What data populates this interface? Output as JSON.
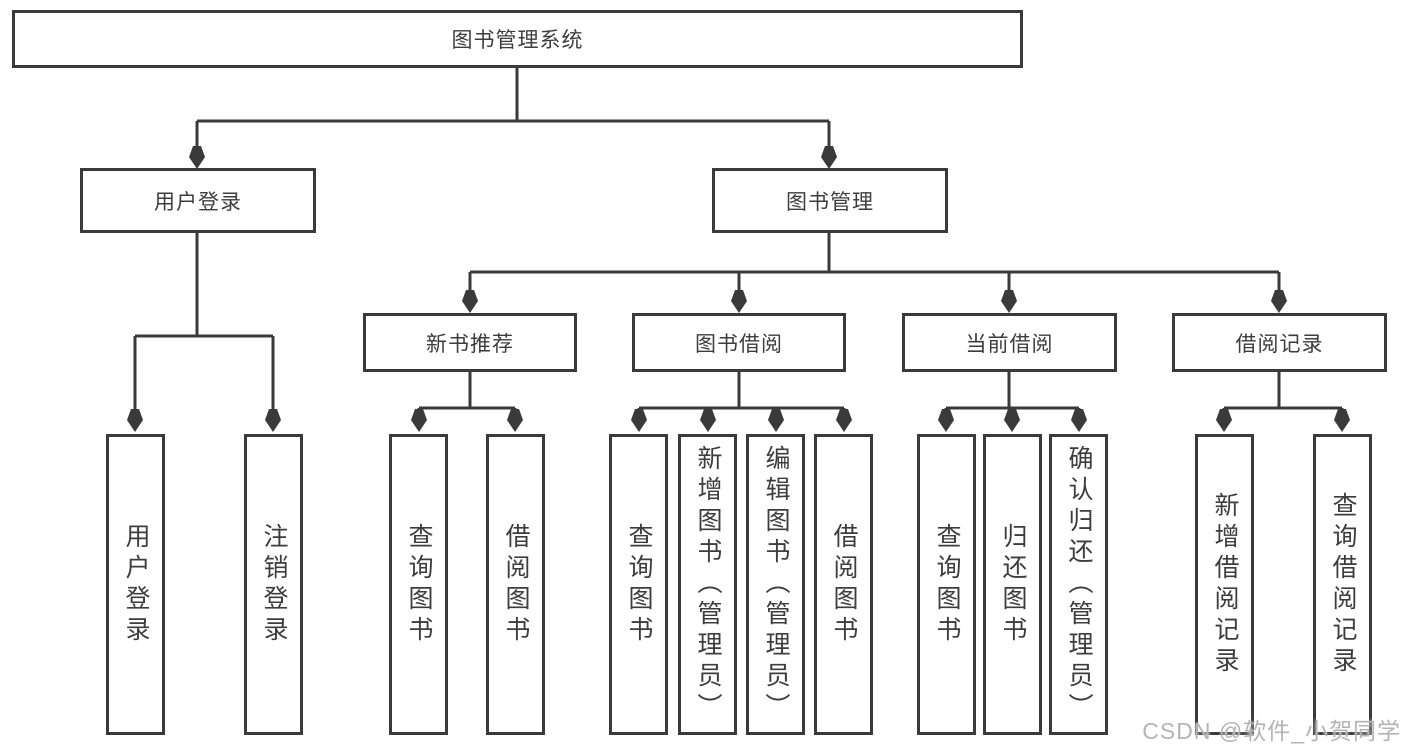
{
  "diagram": {
    "root": {
      "label": "图书管理系统"
    },
    "branches": [
      {
        "label": "用户登录",
        "children": [
          {
            "label": "用户登录"
          },
          {
            "label": "注销登录"
          }
        ]
      },
      {
        "label": "图书管理",
        "children": [
          {
            "label": "新书推荐",
            "children": [
              {
                "label": "查询图书"
              },
              {
                "label": "借阅图书"
              }
            ]
          },
          {
            "label": "图书借阅",
            "children": [
              {
                "label": "查询图书"
              },
              {
                "label": "新增图书（管理员）"
              },
              {
                "label": "编辑图书（管理员）"
              },
              {
                "label": "借阅图书"
              }
            ]
          },
          {
            "label": "当前借阅",
            "children": [
              {
                "label": "查询图书"
              },
              {
                "label": "归还图书"
              },
              {
                "label": "确认归还（管理员）"
              }
            ]
          },
          {
            "label": "借阅记录",
            "children": [
              {
                "label": "新增借阅记录"
              },
              {
                "label": "查询借阅记录"
              }
            ]
          }
        ]
      }
    ]
  },
  "watermark": {
    "text": "CSDN @软件_小贺同学"
  },
  "colors": {
    "line": "#3a3a3a",
    "border": "#3a3a3a",
    "text": "#3d3d3d",
    "watermark": "#b4b4b4",
    "background": "#ffffff"
  }
}
